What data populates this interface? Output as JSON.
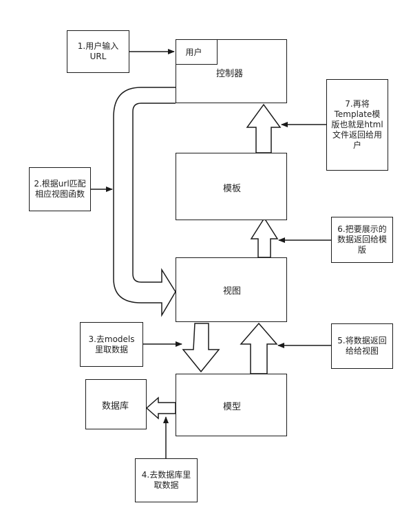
{
  "nodes": {
    "controller": "控制器",
    "user": "用户",
    "template": "模板",
    "view": "视图",
    "model": "模型",
    "database": "数据库"
  },
  "notes": {
    "step1": [
      "1.用户输入",
      "URL"
    ],
    "step2": [
      "2.根据url匹配",
      "相应视图函数"
    ],
    "step3": [
      "3.去models",
      "里取数据"
    ],
    "step4": [
      "4.去数据库里",
      "取数据"
    ],
    "step5": [
      "5.将数据返回",
      "给给视图"
    ],
    "step6": [
      "6.把要展示的",
      "数据返回给模",
      "版"
    ],
    "step7": [
      "7.再将",
      "Template模",
      "版也就是html",
      "文件返回给用",
      "户"
    ]
  }
}
